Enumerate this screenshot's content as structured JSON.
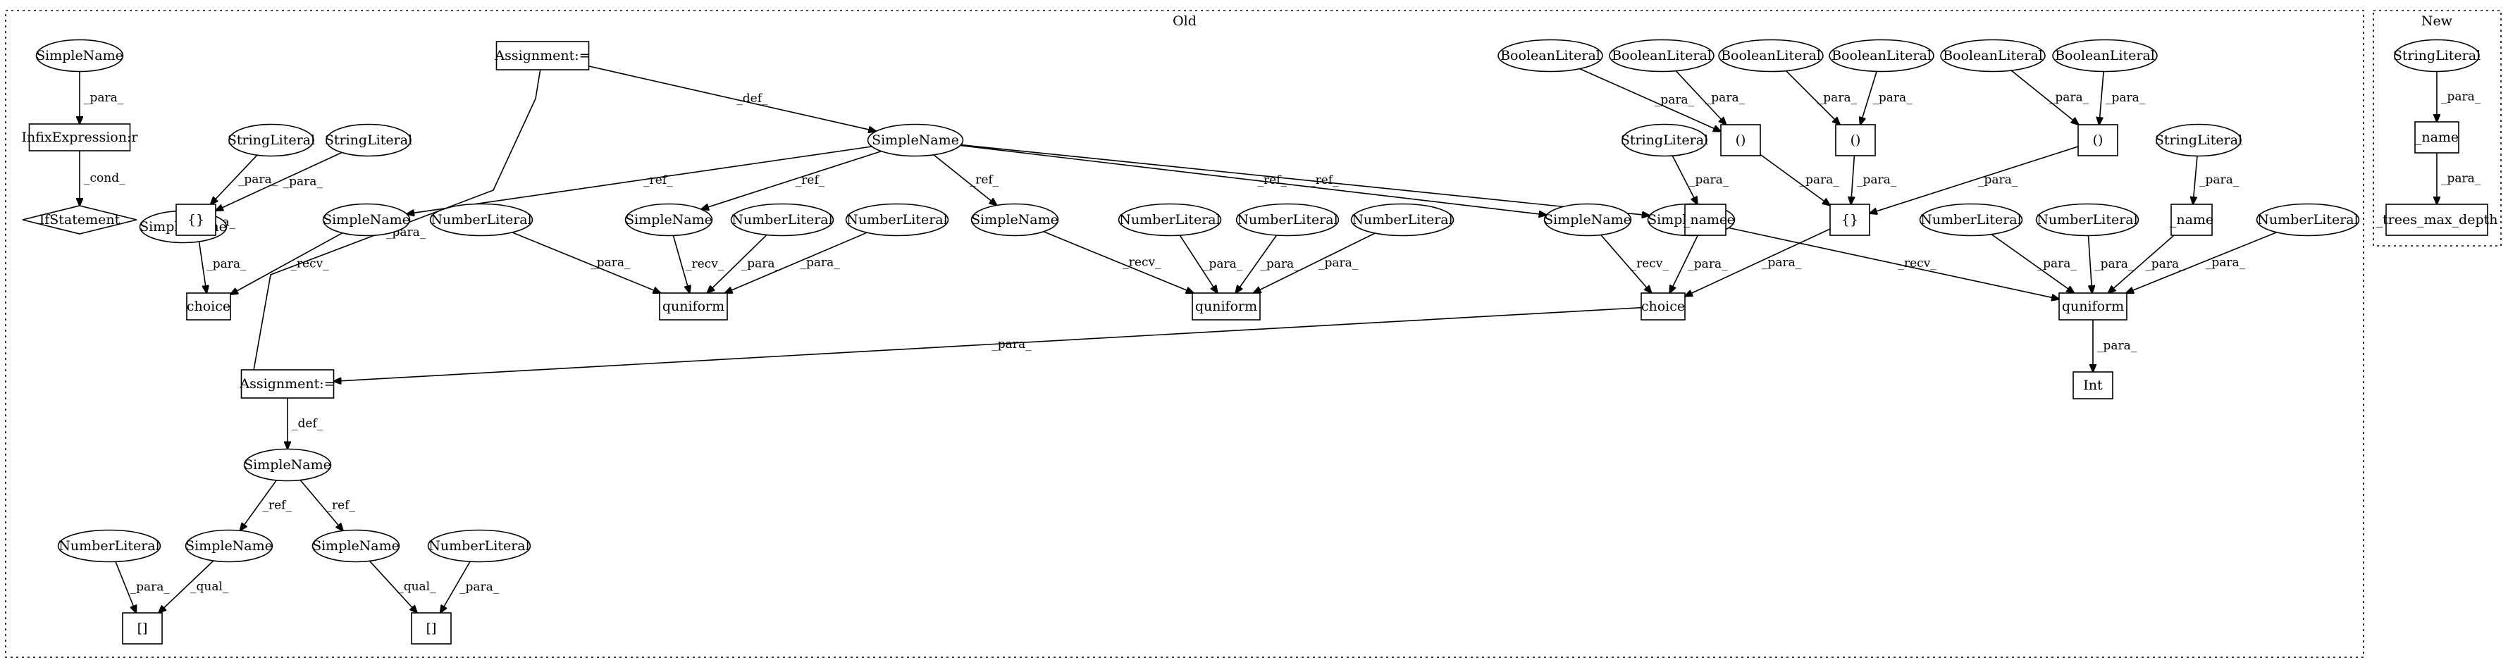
{
  "clusters": {
    "old": {
      "label": "Old"
    },
    "new": {
      "label": "New"
    }
  },
  "nodes": {
    "sn_infix": "SimpleName",
    "infix": "InfixExpression:r",
    "ifstmt": "IfStatement",
    "sn_brace": "SimpleName",
    "sl_brace1": "StringLiteral",
    "sl_brace2": "StringLiteral",
    "brace1": "{}",
    "choice1": "choice",
    "assign1": "Assignment:=",
    "sn_main": "SimpleName",
    "sn_choice1_recv": "SimpleName",
    "sn_q1_recv": "SimpleName",
    "sn_q2_recv": "SimpleName",
    "sn_choice2_recv": "SimpleName",
    "sn_q3_recv": "SimpleName",
    "nl_q1a": "NumberLiteral",
    "nl_q1b": "NumberLiteral",
    "nl_q1c": "NumberLiteral",
    "quniform1": "quniform",
    "nl_q2a": "NumberLiteral",
    "nl_q2b": "NumberLiteral",
    "nl_q2c": "NumberLiteral",
    "quniform2": "quniform",
    "bl1": "BooleanLiteral",
    "bl2": "BooleanLiteral",
    "bl3": "BooleanLiteral",
    "bl4": "BooleanLiteral",
    "bl5": "BooleanLiteral",
    "bl6": "BooleanLiteral",
    "tup1": "()",
    "tup2": "()",
    "tup3": "()",
    "sl_name1": "StringLiteral",
    "name1": "_name",
    "brace2": "{}",
    "choice2": "choice",
    "sl_name2": "StringLiteral",
    "name2": "_name",
    "nl_q3a": "NumberLiteral",
    "nl_q3b": "NumberLiteral",
    "nl_q3c": "NumberLiteral",
    "quniform3": "quniform",
    "int1": "Int",
    "assign2": "Assignment:=",
    "sn_def2": "SimpleName",
    "sn_ref_a": "SimpleName",
    "sn_ref_b": "SimpleName",
    "nl_idx1": "NumberLiteral",
    "nl_idx2": "NumberLiteral",
    "idx1": "[]",
    "idx2": "[]",
    "new_sl": "StringLiteral",
    "new_name": "_name",
    "new_depth": "_trees_max_depth"
  },
  "edge_labels": {
    "para": "_para_",
    "cond": "_cond_",
    "def": "_def_",
    "ref": "_ref_",
    "recv": "_recv_",
    "qual": "_qual_"
  }
}
